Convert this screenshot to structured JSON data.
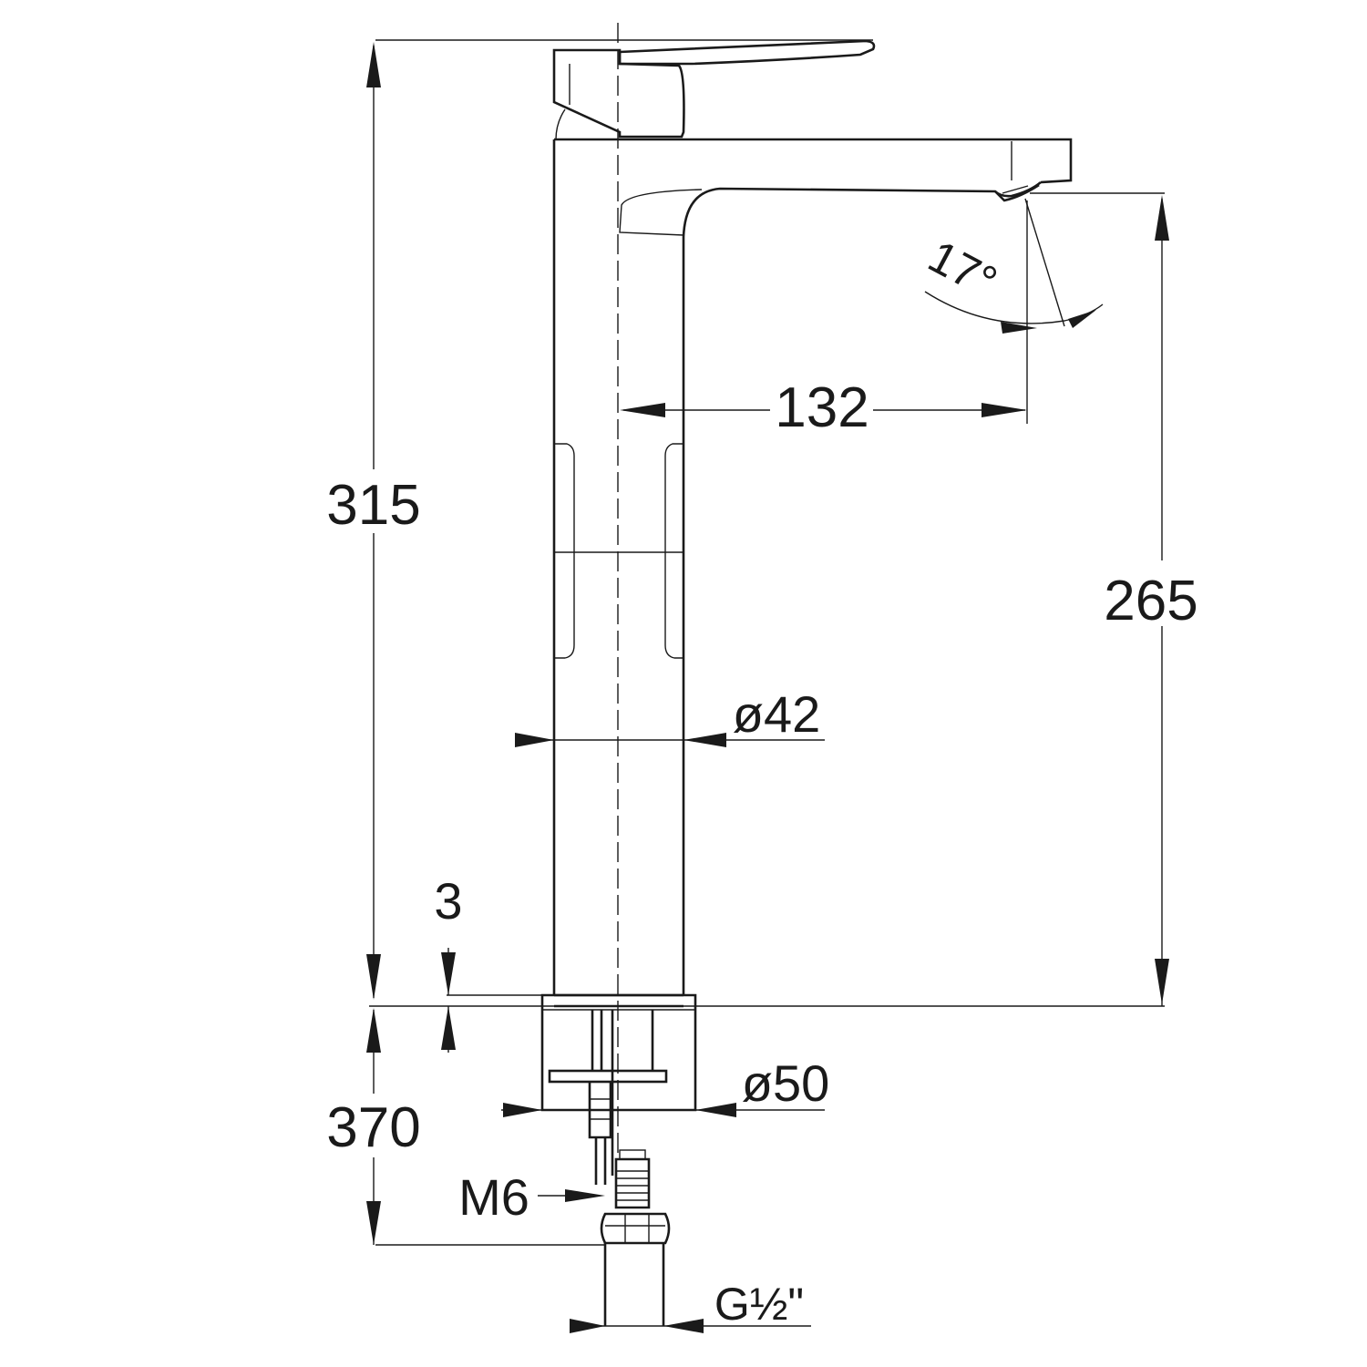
{
  "drawing": {
    "subject": "basin-mixer-tall",
    "colors": {
      "line": "#1a1a1a",
      "background": "#ffffff"
    },
    "dimensions": {
      "total_height": "315",
      "spout_height": "265",
      "spout_reach": "132",
      "spout_angle": "17°",
      "body_diameter": "ø42",
      "flange_diameter": "ø50",
      "base_thickness": "3",
      "hose_length": "370",
      "stud_thread": "M6",
      "connection_thread": "G½\""
    }
  }
}
